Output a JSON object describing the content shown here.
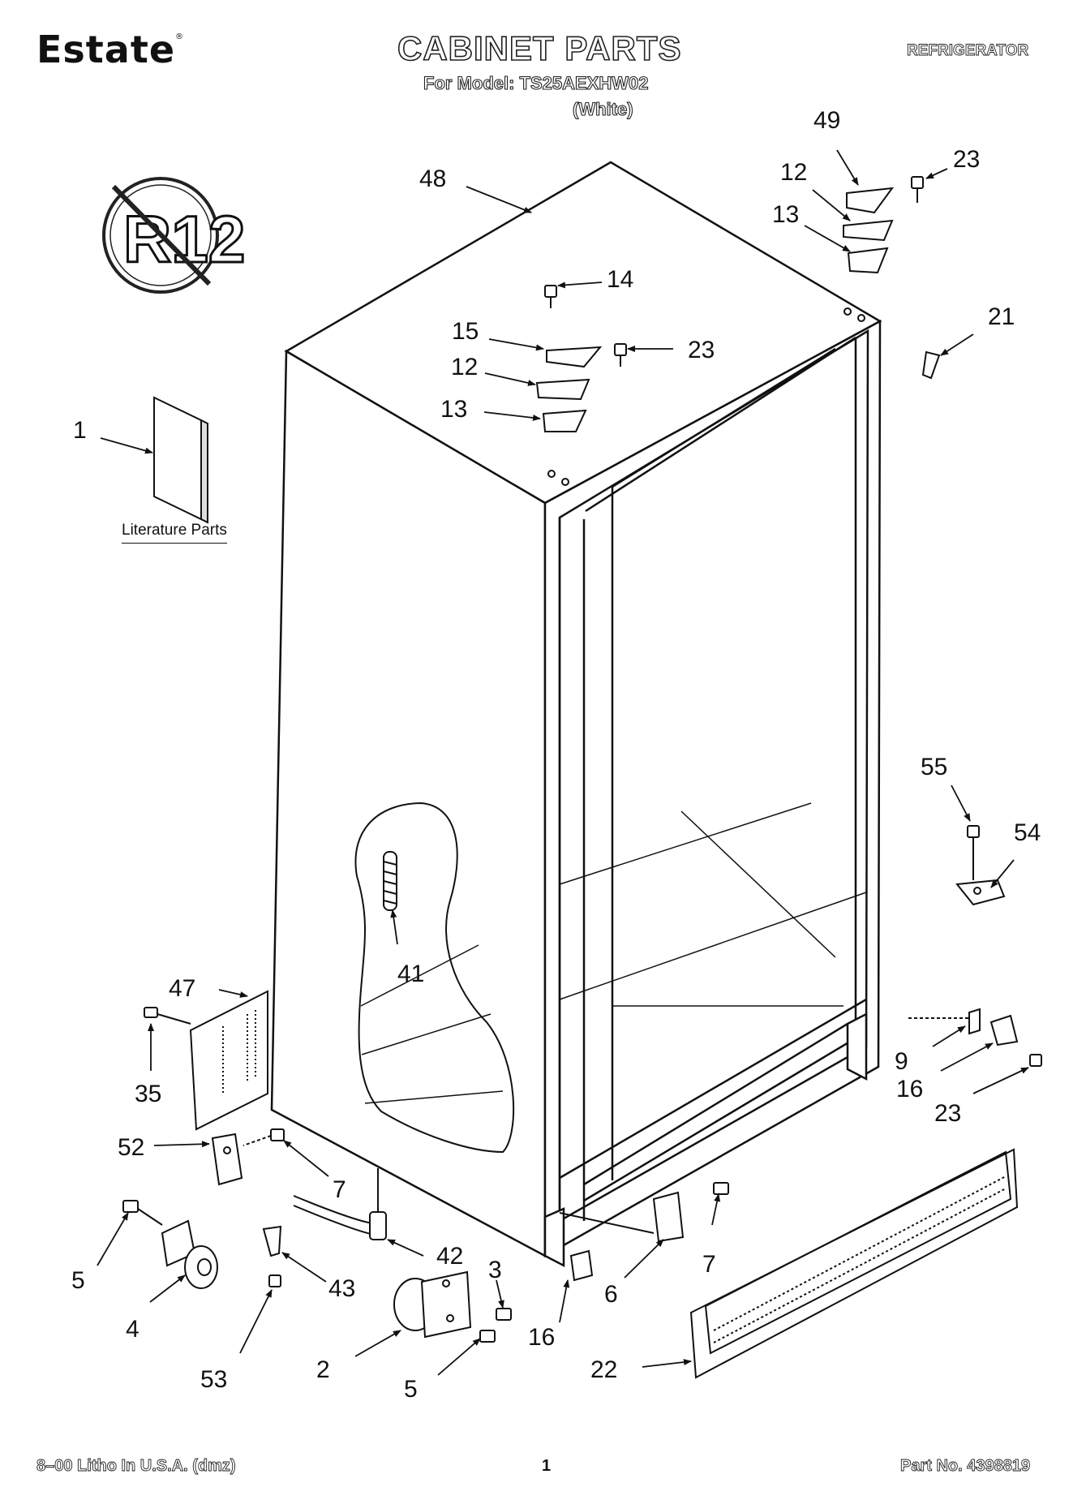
{
  "header": {
    "brand": "Estate",
    "brand_mark": "®",
    "title": "CABINET PARTS",
    "model_line": "For Model: TS25AEXHW02",
    "color": "(White)",
    "category": "REFRIGERATOR"
  },
  "badge": {
    "text": "R12"
  },
  "literature_label": "Literature Parts",
  "callouts": {
    "c1": "1",
    "c2": "2",
    "c3": "3",
    "c4": "4",
    "c5a": "5",
    "c5b": "5",
    "c6": "6",
    "c7a": "7",
    "c7b": "7",
    "c9": "9",
    "c12a": "12",
    "c12b": "12",
    "c13a": "13",
    "c13b": "13",
    "c14": "14",
    "c15": "15",
    "c16a": "16",
    "c16b": "16",
    "c21": "21",
    "c22": "22",
    "c23a": "23",
    "c23b": "23",
    "c23c": "23",
    "c35": "35",
    "c41": "41",
    "c42": "42",
    "c43": "43",
    "c47": "47",
    "c48": "48",
    "c49": "49",
    "c52": "52",
    "c53": "53",
    "c54": "54",
    "c55": "55"
  },
  "footer": {
    "left": "8–00 Litho In U.S.A. (dmz)",
    "page": "1",
    "part_no": "Part No. 4398819"
  }
}
